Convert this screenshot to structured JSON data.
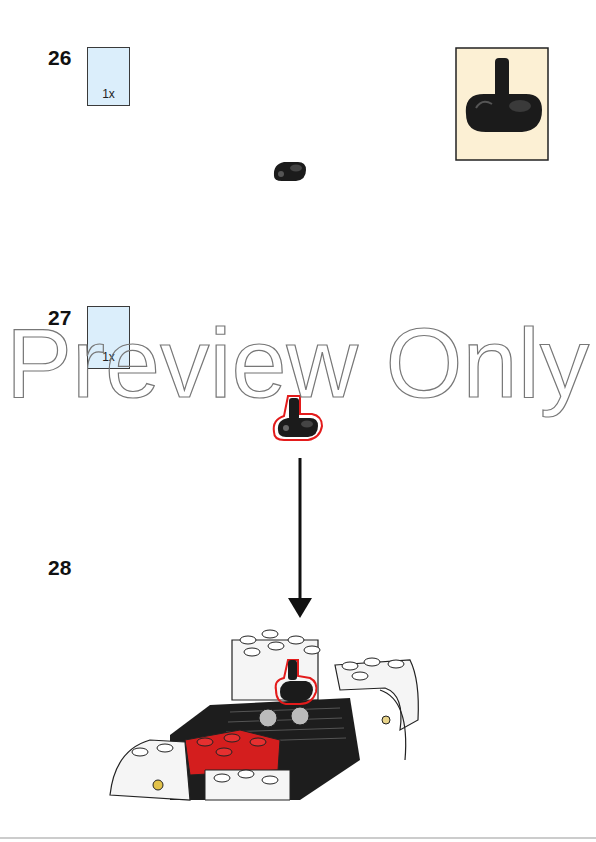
{
  "diagram": {
    "nodes": [
      {
        "text": [
          "1x"
        ]
      },
      {
        "text": [
          "1x"
        ]
      }
    ],
    "labels": [
      "26",
      "27",
      "28",
      "Preview Only"
    ]
  }
}
